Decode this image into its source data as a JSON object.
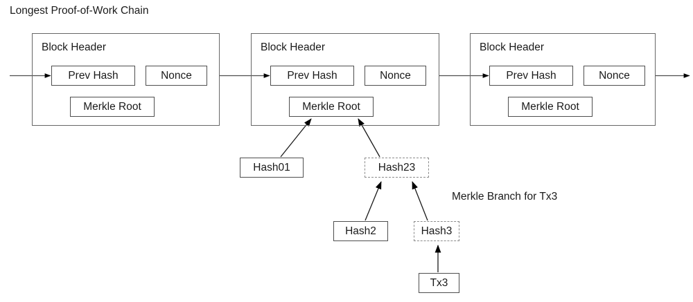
{
  "diagram": {
    "title": "Longest Proof-of-Work Chain",
    "branch_label": "Merkle Branch for Tx3",
    "colors": {
      "background": "#ffffff",
      "stroke": "#4d4d4d",
      "block_stroke": "#666666",
      "dotted_stroke": "#8a8a8a",
      "text": "#1a1a1a",
      "arrow_fill": "#000000"
    },
    "blocks": [
      {
        "id": "block-1",
        "header_label": "Block Header",
        "prev_hash_label": "Prev Hash",
        "nonce_label": "Nonce",
        "merkle_root_label": "Merkle Root"
      },
      {
        "id": "block-2",
        "header_label": "Block Header",
        "prev_hash_label": "Prev Hash",
        "nonce_label": "Nonce",
        "merkle_root_label": "Merkle Root"
      },
      {
        "id": "block-3",
        "header_label": "Block Header",
        "prev_hash_label": "Prev Hash",
        "nonce_label": "Nonce",
        "merkle_root_label": "Merkle Root"
      }
    ],
    "merkle_nodes": [
      {
        "id": "hash01",
        "label": "Hash01",
        "style": "solid"
      },
      {
        "id": "hash23",
        "label": "Hash23",
        "style": "dotted"
      },
      {
        "id": "hash2",
        "label": "Hash2",
        "style": "solid"
      },
      {
        "id": "hash3",
        "label": "Hash3",
        "style": "dotted"
      },
      {
        "id": "tx3",
        "label": "Tx3",
        "style": "solid"
      }
    ]
  }
}
